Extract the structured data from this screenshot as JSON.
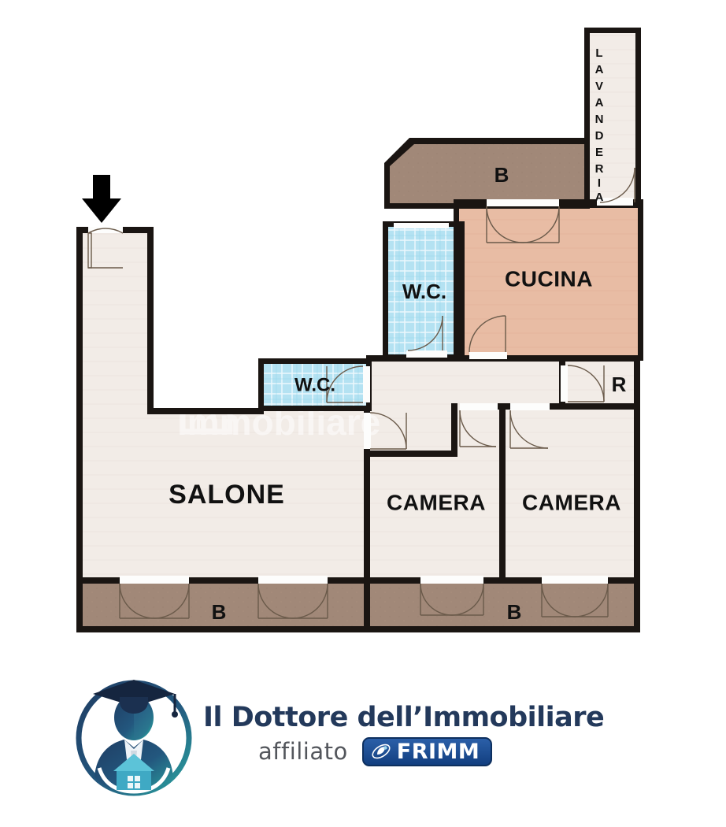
{
  "document": {
    "type": "real-estate-floor-plan",
    "language": "it"
  },
  "watermark": {
    "text": "immobiliare",
    "icon": "house-icon"
  },
  "entrance": {
    "marker": "down-arrow-icon",
    "label": ""
  },
  "rooms": [
    {
      "id": "salone",
      "label": "SALONE",
      "type": "living-room",
      "fill": "#f2ece7"
    },
    {
      "id": "camera-1",
      "label": "CAMERA",
      "type": "bedroom",
      "fill": "#f2ece7"
    },
    {
      "id": "camera-2",
      "label": "CAMERA",
      "type": "bedroom",
      "fill": "#f2ece7"
    },
    {
      "id": "cucina",
      "label": "CUCINA",
      "type": "kitchen",
      "fill": "#e8bca4"
    },
    {
      "id": "wc-1",
      "label": "W.C.",
      "type": "bathroom",
      "fill": "#b4e2f2"
    },
    {
      "id": "wc-2",
      "label": "W.C.",
      "type": "bathroom",
      "fill": "#b4e2f2"
    },
    {
      "id": "lavanderia",
      "label": "LAVANDERIA",
      "type": "laundry",
      "fill": "#f2ece7"
    },
    {
      "id": "ripostiglio",
      "label": "R",
      "type": "storage",
      "fill": "#f2ece7"
    },
    {
      "id": "balcone-top",
      "label": "B",
      "type": "balcony",
      "fill": "#a18878"
    },
    {
      "id": "balcone-left",
      "label": "B",
      "type": "balcony",
      "fill": "#a18878"
    },
    {
      "id": "balcone-right",
      "label": "B",
      "type": "balcony",
      "fill": "#a18878"
    },
    {
      "id": "corridoio",
      "label": "",
      "type": "corridor",
      "fill": "#f2ece7"
    }
  ],
  "labels": {
    "salone": "SALONE",
    "camera_1": "CAMERA",
    "camera_2": "CAMERA",
    "cucina": "CUCINA",
    "wc_vertical": "W.C.",
    "wc_horizontal": "W.C.",
    "lavanderia": "LAVANDERIA",
    "ripostiglio": "R",
    "balcone_top": "B",
    "balcone_left": "B",
    "balcone_right": "B"
  },
  "lavanderia_letters": [
    "L",
    "A",
    "V",
    "A",
    "N",
    "D",
    "E",
    "R",
    "I",
    "A"
  ],
  "branding": {
    "agency_name": "Il Dottore dell’Immobiliare",
    "affiliation_word": "affiliato",
    "network_name": "FRIMM",
    "logo_icon": "graduate-holding-house-icon",
    "network_icon": "frimm-swoosh-icon"
  },
  "colors": {
    "wall": "#1a1512",
    "room_fill": "#f2ece7",
    "kitchen_fill": "#e8bca4",
    "bathroom_fill": "#b4e2f2",
    "balcony_fill": "#a18878",
    "brand_navy": "#23395b",
    "brand_gray": "#53565c",
    "frimm_blue": "#1a4f91",
    "background": "#ffffff"
  }
}
